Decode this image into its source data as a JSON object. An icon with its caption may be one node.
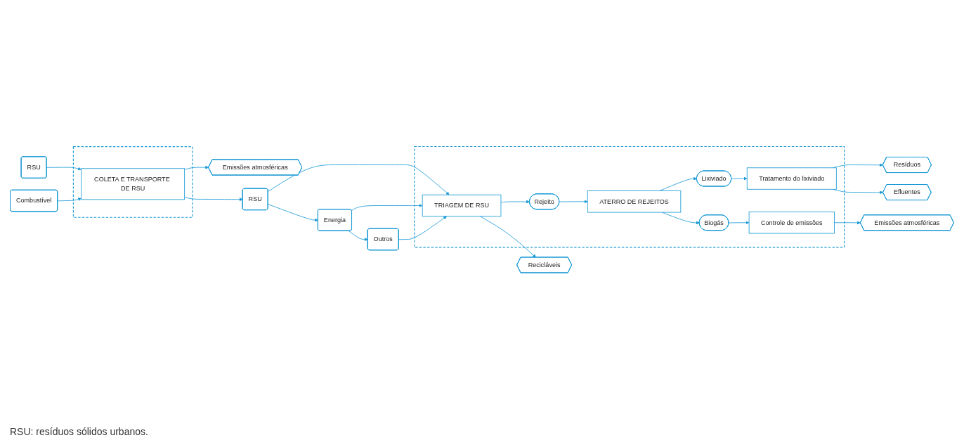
{
  "diagram": {
    "nodes": [
      {
        "text": [
          "RSU"
        ]
      },
      {
        "text": [],
        "shape": "box"
      },
      {
        "text": [
          "COLETA E TRANSPORTE DE RSU"
        ],
        "in": 1
      },
      {
        "text": [
          "Combustível"
        ]
      },
      {
        "text": [
          "Emissões atmosféricas"
        ]
      },
      {
        "text": [
          "RSU"
        ]
      },
      {
        "text": [
          "Energia"
        ]
      },
      {
        "text": [
          "Outros"
        ]
      },
      {
        "text": [],
        "shape": "box"
      },
      {
        "text": [
          "TRIAGEM DE RSU"
        ],
        "in": 8
      },
      {
        "text": [
          "Rejeito"
        ],
        "in": 8
      },
      {
        "text": [
          "ATERRO DE REJEITOS"
        ],
        "in": 8
      },
      {
        "text": [
          "Lixiviado"
        ],
        "in": 8
      },
      {
        "text": [
          "Tratamento do lixiviado"
        ],
        "in": 8
      },
      {
        "text": [
          "Biogás"
        ],
        "in": 8
      },
      {
        "text": [
          "Controle de emissões"
        ],
        "in": 8
      },
      {
        "text": [
          "Resíduos"
        ]
      },
      {
        "text": [
          "Efluentes"
        ]
      },
      {
        "text": [
          "Emissões atmosféricas"
        ]
      },
      {
        "text": [
          "Recicláveis"
        ]
      }
    ],
    "edges": [
      {
        "from": 0,
        "to": 2,
        "arrow": "to"
      },
      {
        "from": 3,
        "to": 2,
        "arrow": "to"
      },
      {
        "from": 2,
        "to": 4,
        "arrow": "to"
      },
      {
        "from": 2,
        "to": 5,
        "arrow": "to"
      },
      {
        "from": 5,
        "to": 6,
        "arrow": "to"
      },
      {
        "from": 6,
        "to": 7,
        "arrow": "to"
      },
      {
        "from": 5,
        "to": 9,
        "arrow": "to"
      },
      {
        "from": 6,
        "to": 9,
        "arrow": "to"
      },
      {
        "from": 7,
        "to": 9,
        "arrow": "to"
      },
      {
        "from": 9,
        "to": 10,
        "arrow": "to"
      },
      {
        "from": 10,
        "to": 11,
        "arrow": "to"
      },
      {
        "from": 11,
        "to": 12,
        "arrow": "to"
      },
      {
        "from": 12,
        "to": 13,
        "arrow": "to"
      },
      {
        "from": 11,
        "to": 14,
        "arrow": "to"
      },
      {
        "from": 14,
        "to": 15,
        "arrow": "to"
      },
      {
        "from": 13,
        "to": 16,
        "arrow": "to"
      },
      {
        "from": 13,
        "to": 17,
        "arrow": "to"
      },
      {
        "from": 15,
        "to": 18,
        "arrow": "to"
      },
      {
        "from": 9,
        "to": 19,
        "arrow": "to"
      }
    ],
    "labels": [
      "RSU: resíduos sólidos urbanos."
    ]
  }
}
